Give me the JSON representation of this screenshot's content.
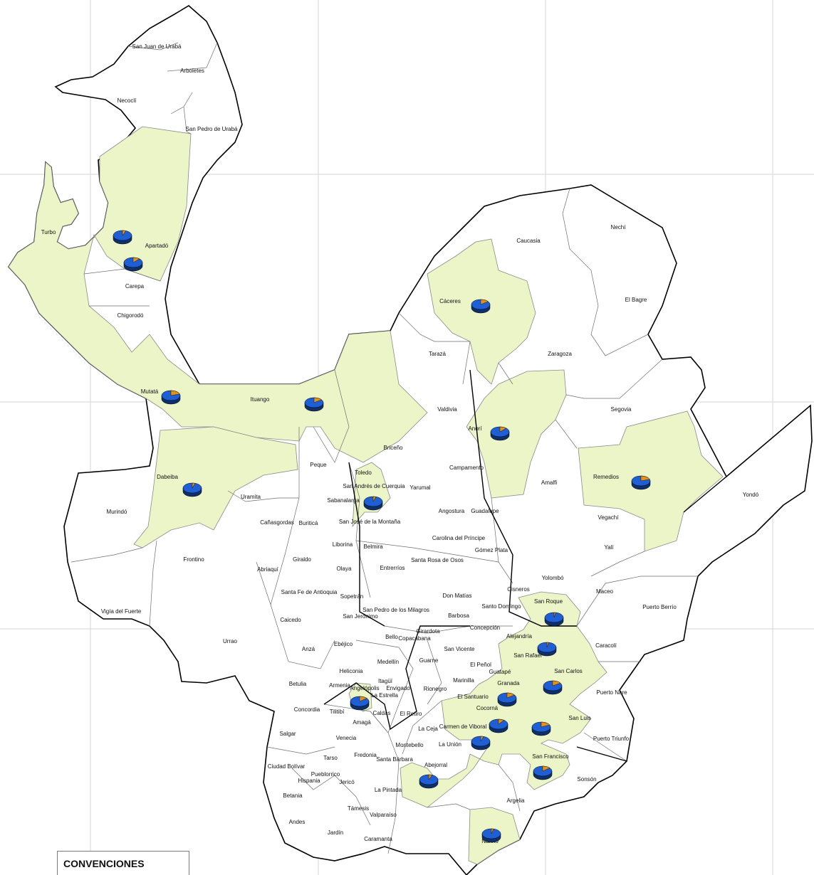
{
  "colors": {
    "highlight_fill": "#ebf5c8",
    "plain_fill": "#ffffff",
    "boundary": "#000000",
    "inner_boundary": "#6e6e6e",
    "grid": "#d6d6d6",
    "pie_main": "#1f5fd6",
    "pie_side": "#0f2f6a",
    "pie_slice": "#e0911e"
  },
  "legend": {
    "title": "CONVENCIONES"
  },
  "municipalities": [
    {
      "name": "San Juan de Urabá",
      "highlighted": false
    },
    {
      "name": "Arboletes",
      "highlighted": false
    },
    {
      "name": "Necoclí",
      "highlighted": false
    },
    {
      "name": "San Pedro de Urabá",
      "highlighted": false
    },
    {
      "name": "Turbo",
      "highlighted": true,
      "pie_share": 0.06
    },
    {
      "name": "Apartadó",
      "highlighted": true,
      "pie_share": 0.12
    },
    {
      "name": "Carepa",
      "highlighted": false
    },
    {
      "name": "Chigorodó",
      "highlighted": false
    },
    {
      "name": "Mutatá",
      "highlighted": true,
      "pie_share": 0.2
    },
    {
      "name": "Ituango",
      "highlighted": true,
      "pie_share": 0.15
    },
    {
      "name": "Dabeiba",
      "highlighted": true,
      "pie_share": 0.05
    },
    {
      "name": "Murindó",
      "highlighted": false
    },
    {
      "name": "Vigía del Fuerte",
      "highlighted": false
    },
    {
      "name": "Frontino",
      "highlighted": false
    },
    {
      "name": "Uramita",
      "highlighted": false
    },
    {
      "name": "Cañasgordas",
      "highlighted": false
    },
    {
      "name": "Peque",
      "highlighted": false
    },
    {
      "name": "Buriticá",
      "highlighted": false
    },
    {
      "name": "Abriaquí",
      "highlighted": false
    },
    {
      "name": "Giraldo",
      "highlighted": false
    },
    {
      "name": "Urrao",
      "highlighted": false
    },
    {
      "name": "Caicedo",
      "highlighted": false
    },
    {
      "name": "Santa Fe de Antioquia",
      "highlighted": false
    },
    {
      "name": "Anzá",
      "highlighted": false
    },
    {
      "name": "Betulia",
      "highlighted": false
    },
    {
      "name": "Concordia",
      "highlighted": false
    },
    {
      "name": "Salgar",
      "highlighted": false
    },
    {
      "name": "Ciudad Bolívar",
      "highlighted": false
    },
    {
      "name": "Betania",
      "highlighted": false
    },
    {
      "name": "Andes",
      "highlighted": false
    },
    {
      "name": "Jardín",
      "highlighted": false
    },
    {
      "name": "Hispania",
      "highlighted": false
    },
    {
      "name": "Pueblorrico",
      "highlighted": false
    },
    {
      "name": "Jericó",
      "highlighted": false
    },
    {
      "name": "Támesis",
      "highlighted": false
    },
    {
      "name": "Valparaíso",
      "highlighted": false
    },
    {
      "name": "Caramanta",
      "highlighted": false
    },
    {
      "name": "Tarso",
      "highlighted": false
    },
    {
      "name": "Venecia",
      "highlighted": false
    },
    {
      "name": "Fredonia",
      "highlighted": false
    },
    {
      "name": "Tilitibí",
      "highlighted": false
    },
    {
      "name": "Amagá",
      "highlighted": false
    },
    {
      "name": "Armenia",
      "highlighted": false
    },
    {
      "name": "Heliconia",
      "highlighted": false
    },
    {
      "name": "Ebéjico",
      "highlighted": false
    },
    {
      "name": "Angelópolis",
      "highlighted": true,
      "pie_share": 0.14
    },
    {
      "name": "Sabanalarga",
      "highlighted": false
    },
    {
      "name": "Liborina",
      "highlighted": false
    },
    {
      "name": "Olaya",
      "highlighted": false
    },
    {
      "name": "Sopetrán",
      "highlighted": false
    },
    {
      "name": "San Jerónimo",
      "highlighted": false
    },
    {
      "name": "Toledo",
      "highlighted": false
    },
    {
      "name": "San Andrés de Cuerquia",
      "highlighted": true,
      "pie_share": 0.05
    },
    {
      "name": "San José de la Montaña",
      "highlighted": false
    },
    {
      "name": "Belmira",
      "highlighted": false
    },
    {
      "name": "Entrerríos",
      "highlighted": false
    },
    {
      "name": "San Pedro de los Milagros",
      "highlighted": false
    },
    {
      "name": "Bello",
      "highlighted": false
    },
    {
      "name": "Copacabana",
      "highlighted": false
    },
    {
      "name": "Girardota",
      "highlighted": false
    },
    {
      "name": "Medellín",
      "highlighted": false
    },
    {
      "name": "Itagüí",
      "highlighted": false
    },
    {
      "name": "Envigado",
      "highlighted": false
    },
    {
      "name": "La Estrella",
      "highlighted": false
    },
    {
      "name": "Caldas",
      "highlighted": false
    },
    {
      "name": "El Retiro",
      "highlighted": false
    },
    {
      "name": "La Ceja",
      "highlighted": false
    },
    {
      "name": "Montebello",
      "highlighted": false
    },
    {
      "name": "Santa Bárbara",
      "highlighted": false
    },
    {
      "name": "La Pintada",
      "highlighted": false
    },
    {
      "name": "Abejorral",
      "highlighted": true,
      "pie_share": 0.06
    },
    {
      "name": "La Unión",
      "highlighted": false
    },
    {
      "name": "Rionegro",
      "highlighted": false
    },
    {
      "name": "Guarne",
      "highlighted": false
    },
    {
      "name": "San Vicente",
      "highlighted": false
    },
    {
      "name": "Marinilla",
      "highlighted": false
    },
    {
      "name": "El Santuario",
      "highlighted": false
    },
    {
      "name": "El Peñol",
      "highlighted": false
    },
    {
      "name": "Guatapé",
      "highlighted": false
    },
    {
      "name": "Concepción",
      "highlighted": false
    },
    {
      "name": "Barbosa",
      "highlighted": false
    },
    {
      "name": "Don Matías",
      "highlighted": false
    },
    {
      "name": "Santo Domingo",
      "highlighted": false
    },
    {
      "name": "Cisneros",
      "highlighted": false
    },
    {
      "name": "Santa Rosa de Osos",
      "highlighted": false
    },
    {
      "name": "Gómez Plata",
      "highlighted": false
    },
    {
      "name": "Carolina del Príncipe",
      "highlighted": false
    },
    {
      "name": "Angostura",
      "highlighted": false
    },
    {
      "name": "Guadalupe",
      "highlighted": false
    },
    {
      "name": "Yarumal",
      "highlighted": false
    },
    {
      "name": "Campamento",
      "highlighted": false
    },
    {
      "name": "Briceño",
      "highlighted": false
    },
    {
      "name": "Valdivia",
      "highlighted": false
    },
    {
      "name": "Tarazá",
      "highlighted": false
    },
    {
      "name": "Cáceres",
      "highlighted": true,
      "pie_share": 0.15
    },
    {
      "name": "Caucasia",
      "highlighted": false
    },
    {
      "name": "Nechí",
      "highlighted": false
    },
    {
      "name": "El Bagre",
      "highlighted": false
    },
    {
      "name": "Zaragoza",
      "highlighted": false
    },
    {
      "name": "Anorí",
      "highlighted": true,
      "pie_share": 0.12
    },
    {
      "name": "Segovia",
      "highlighted": false
    },
    {
      "name": "Remedios",
      "highlighted": true,
      "pie_share": 0.2
    },
    {
      "name": "Amalfi",
      "highlighted": false
    },
    {
      "name": "Vegachí",
      "highlighted": false
    },
    {
      "name": "Yalí",
      "highlighted": false
    },
    {
      "name": "Yolombó",
      "highlighted": false
    },
    {
      "name": "Yondó",
      "highlighted": false
    },
    {
      "name": "Maceo",
      "highlighted": false
    },
    {
      "name": "Puerto Berrío",
      "highlighted": false
    },
    {
      "name": "San Roque",
      "highlighted": true,
      "pie_share": 0.03
    },
    {
      "name": "Alejandría",
      "highlighted": false
    },
    {
      "name": "San Rafael",
      "highlighted": true,
      "pie_share": 0.03
    },
    {
      "name": "San Carlos",
      "highlighted": true,
      "pie_share": 0.16
    },
    {
      "name": "Caracolí",
      "highlighted": false
    },
    {
      "name": "Puerto Nare",
      "highlighted": false
    },
    {
      "name": "Granada",
      "highlighted": true,
      "pie_share": 0.15
    },
    {
      "name": "Cocorná",
      "highlighted": true,
      "pie_share": 0.1
    },
    {
      "name": "San Luis",
      "highlighted": true,
      "pie_share": 0.18
    },
    {
      "name": "Puerto Triunfo",
      "highlighted": false
    },
    {
      "name": "Carmen de Viboral",
      "highlighted": true,
      "pie_share": 0.05
    },
    {
      "name": "San Francisco",
      "highlighted": true,
      "pie_share": 0.14
    },
    {
      "name": "Sonsón",
      "highlighted": false
    },
    {
      "name": "Argelia",
      "highlighted": false
    },
    {
      "name": "Nariño",
      "highlighted": true,
      "pie_share": 0.04
    }
  ]
}
